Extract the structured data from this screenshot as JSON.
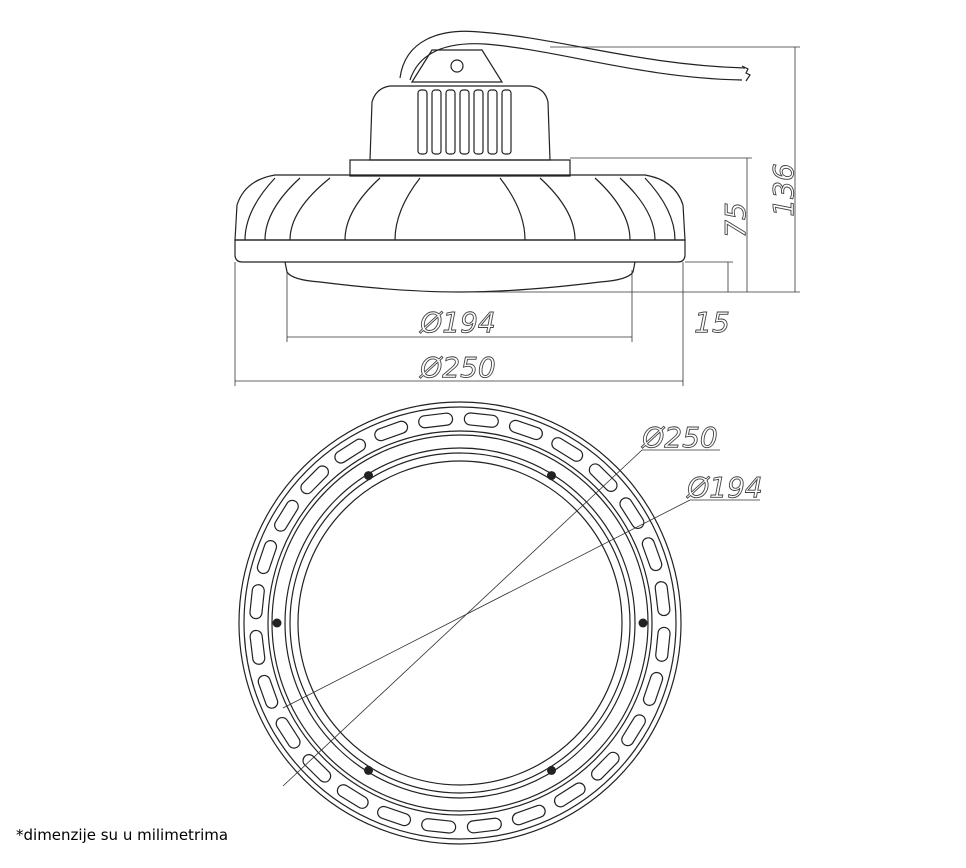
{
  "side_view": {
    "dim_height_total": "136",
    "dim_height_body": "75",
    "dim_lens_height": "15",
    "dim_lens_diameter": "Ø194",
    "dim_body_diameter": "Ø250"
  },
  "bottom_view": {
    "dim_outer_diameter": "Ø250",
    "dim_inner_diameter": "Ø194",
    "slot_count": 28,
    "screw_count": 6
  },
  "footnote": "*dimenzije su u milimetrima",
  "colors": {
    "line": "#222222",
    "background": "#ffffff"
  }
}
